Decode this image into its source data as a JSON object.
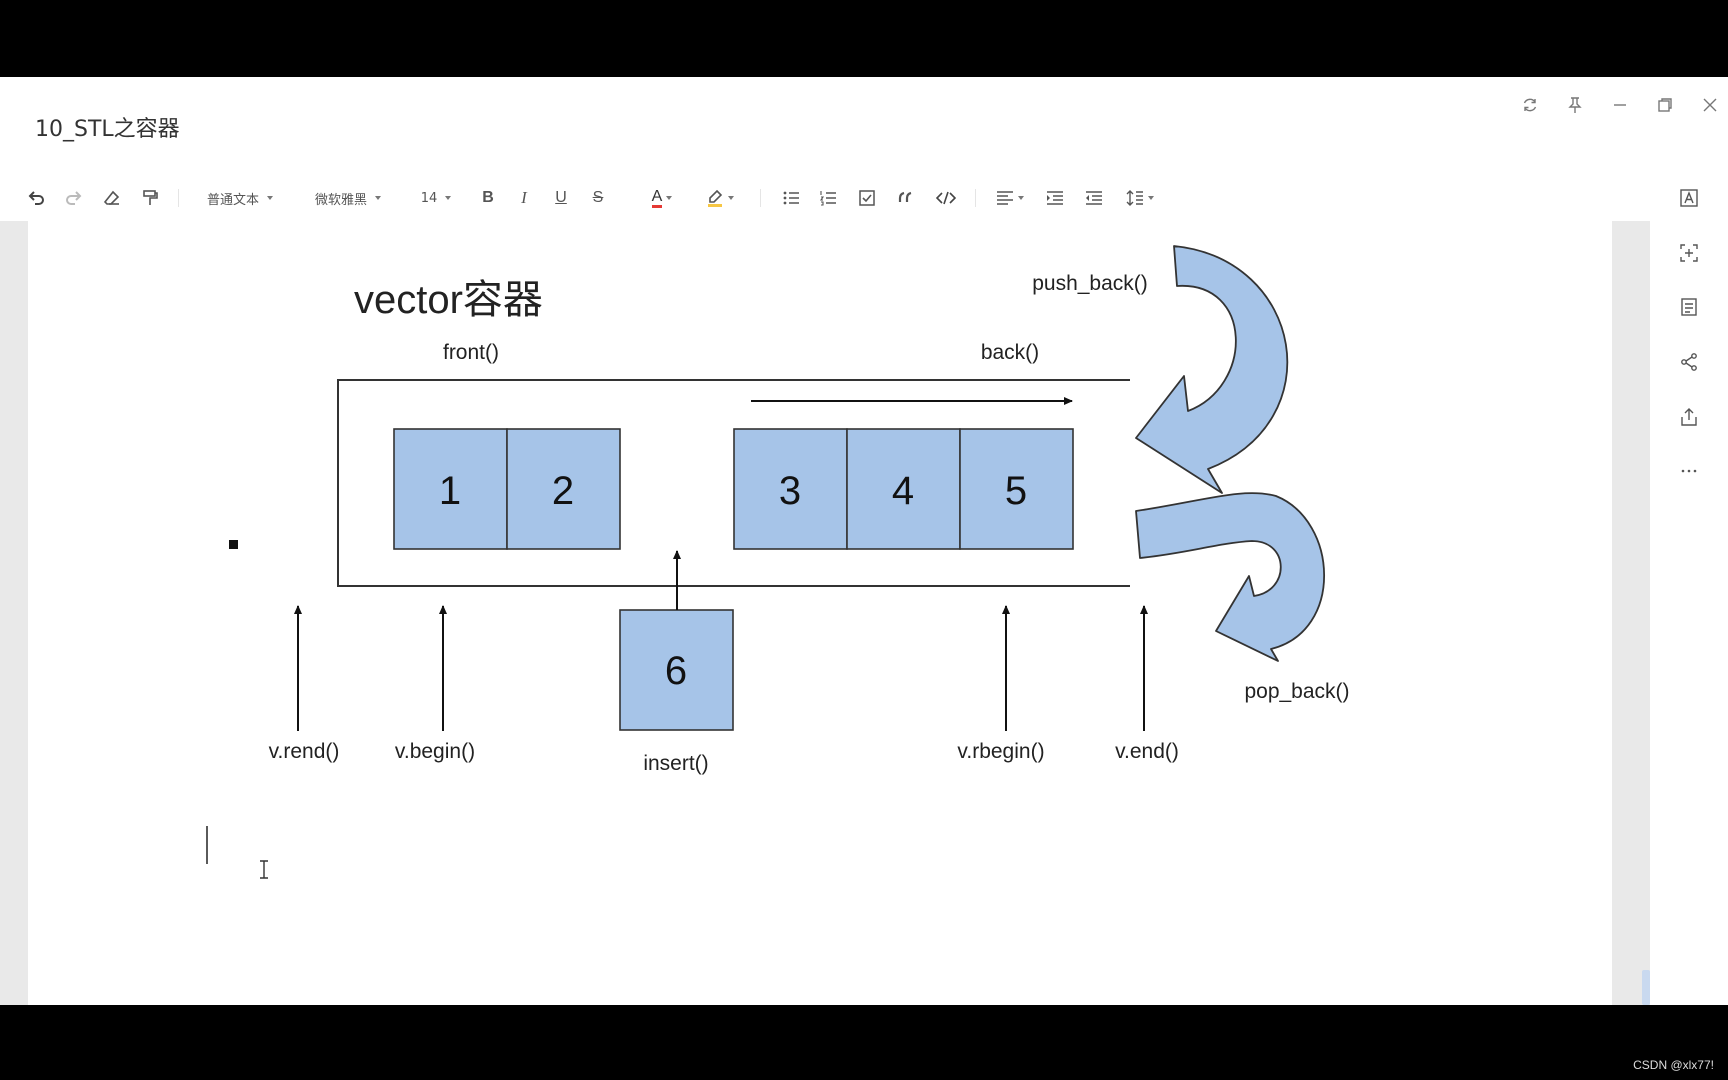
{
  "window": {
    "title": "10_STL之容器",
    "controls": [
      {
        "name": "sync-icon",
        "icon": "sync"
      },
      {
        "name": "pin-icon",
        "icon": "pin"
      },
      {
        "name": "minimize-icon",
        "icon": "minimize"
      },
      {
        "name": "restore-icon",
        "icon": "restore"
      },
      {
        "name": "close-icon",
        "icon": "close"
      }
    ]
  },
  "toolbar": {
    "text_style": "普通文本",
    "font_family": "微软雅黑",
    "font_size": "14",
    "bold": "B",
    "italic": "I",
    "underline": "U",
    "strike": "S",
    "text_color": "A",
    "text_color_hex": "#e53935",
    "highlight_hex": "#f7c744"
  },
  "right_rail": [
    "font-panel-icon",
    "add-block-icon",
    "outline-icon",
    "share-icon",
    "export-icon",
    "more-icon"
  ],
  "diagram": {
    "title": "vector容器",
    "labels": {
      "front": "front()",
      "back": "back()",
      "push_back": "push_back()",
      "pop_back": "pop_back()",
      "rend": "v.rend()",
      "begin": "v.begin()",
      "insert": "insert()",
      "rbegin": "v.rbegin()",
      "end": "v.end()"
    },
    "cells": [
      "1",
      "2",
      "3",
      "4",
      "5"
    ],
    "insert_cell": "6",
    "cell_fill": "#a6c4e8",
    "arrow_fill": "#a6c4e8"
  },
  "footer": {
    "watermark": "CSDN @xlx77!"
  }
}
